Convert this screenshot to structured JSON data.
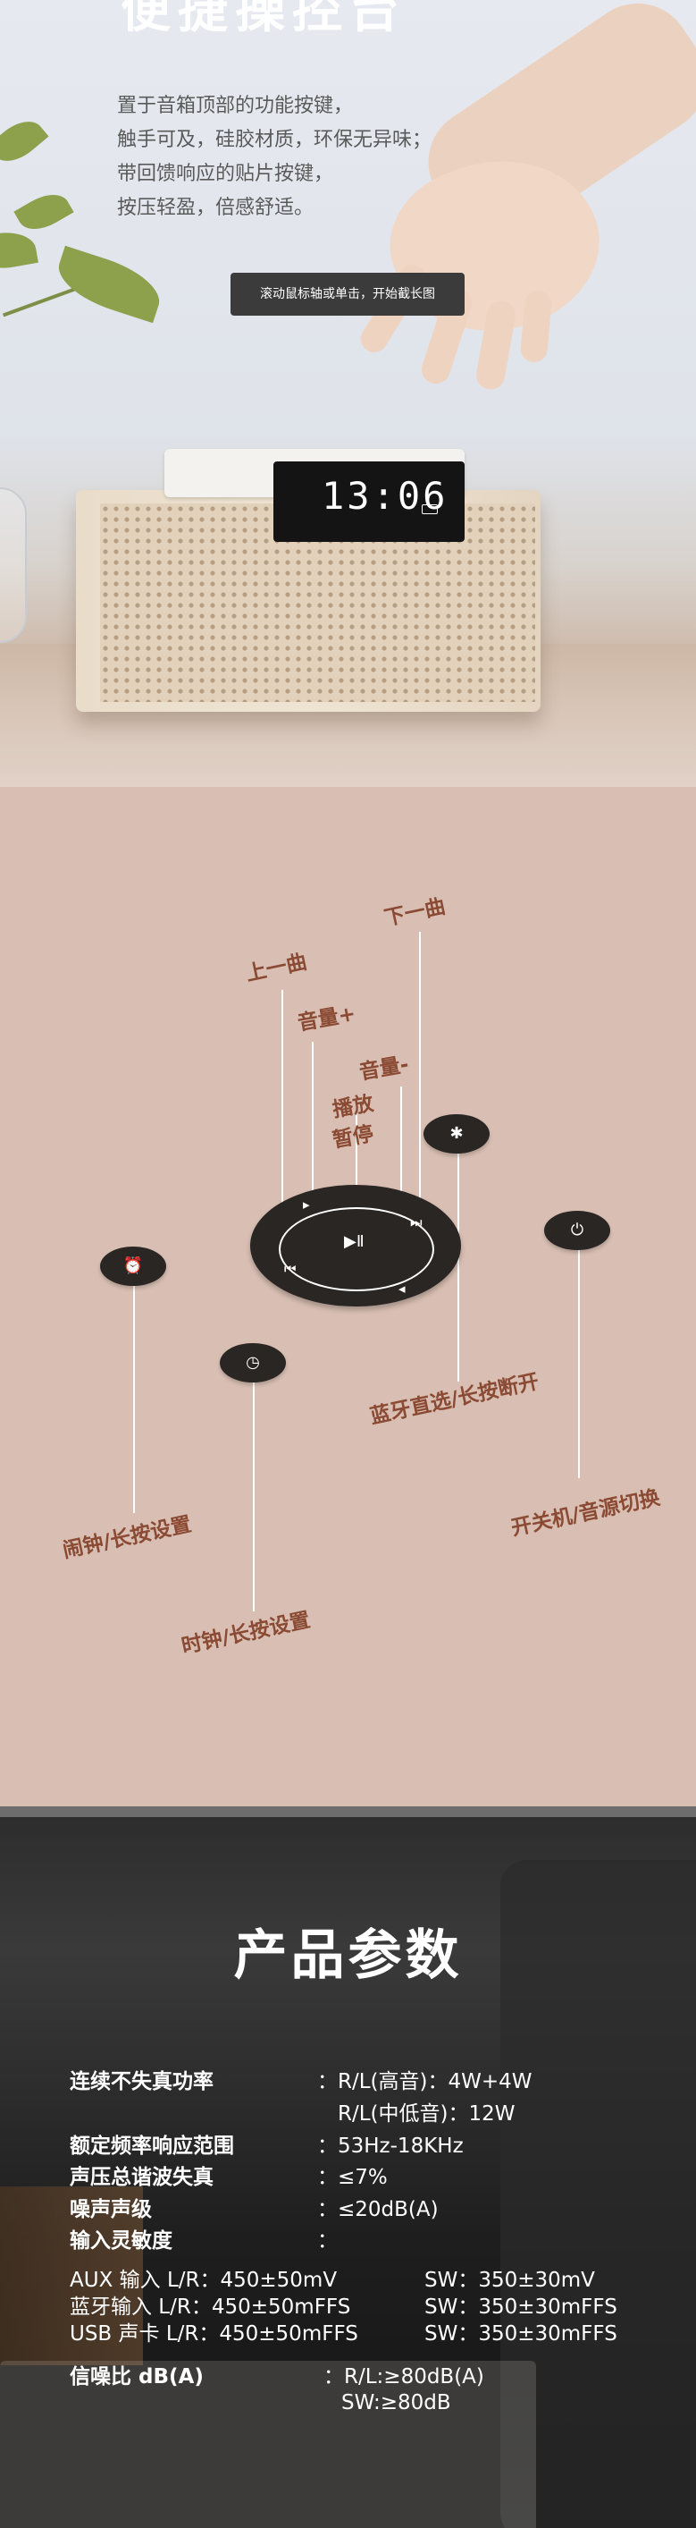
{
  "hero": {
    "title": "便捷操控台",
    "desc": [
      "置于音箱顶部的功能按键，",
      "触手可及，硅胶材质，环保无异味；",
      "带回馈响应的贴片按键，",
      "按压轻盈，倍感舒适。"
    ],
    "tooltip": "滚动鼠标轴或单击，开始截长图",
    "display_time": "13:06"
  },
  "controls": {
    "prev": "上一曲",
    "next": "下一曲",
    "vol_up": "音量+",
    "vol_down": "音量-",
    "play_pause_1": "播放",
    "play_pause_2": "暂停",
    "bluetooth": "蓝牙直选/长按断开",
    "power": "开关机/音源切换",
    "alarm": "闹钟/长按设置",
    "clock": "时钟/长按设置",
    "icons": {
      "alarm": "⏰",
      "clock": "◷",
      "bluetooth": "✱",
      "power": "⏻",
      "play": "▶Ⅱ"
    }
  },
  "specs": {
    "title": "产品参数",
    "rows": [
      {
        "label": "连续不失真功率",
        "value": "：R/L(高音)：4W+4W"
      },
      {
        "label": "",
        "value": "R/L(中低音)：12W"
      },
      {
        "label": "额定频率响应范围",
        "value": "：53Hz-18KHz"
      },
      {
        "label": "声压总谐波失真",
        "value": "：≤7%"
      },
      {
        "label": "噪声声级",
        "value": "：≤20dB(A)"
      },
      {
        "label": "输入灵敏度",
        "value": "："
      }
    ],
    "sensitivity": [
      {
        "left": "AUX 输入   L/R：450±50mV",
        "right": "SW：350±30mV"
      },
      {
        "left": "蓝牙输入   L/R：450±50mFFS",
        "right": "SW：350±30mFFS"
      },
      {
        "left": "USB 声卡   L/R：450±50mFFS",
        "right": "SW：350±30mFFS"
      }
    ],
    "snr_label": "信噪比 dB(A)",
    "snr_value_1": "：R/L:≥80dB(A)",
    "snr_value_2": "SW:≥80dB"
  }
}
